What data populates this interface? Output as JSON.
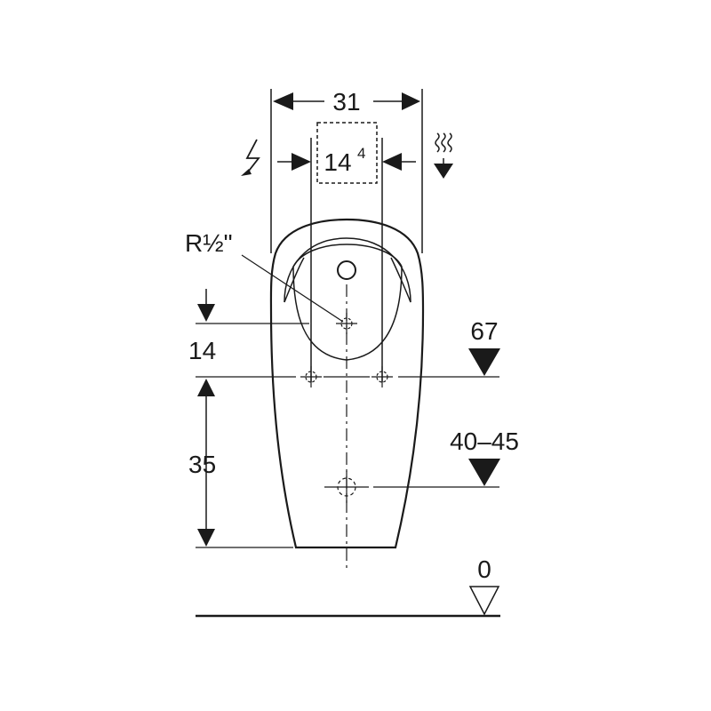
{
  "dimensions": {
    "overall_width": "31",
    "electronics_width": "14",
    "electronics_width_sup": "4",
    "inlet_thread": "R½\"",
    "inlet_offset": "14",
    "lower_height": "35",
    "mount_level": "67",
    "outlet_level": "40–45",
    "floor_level": "0"
  },
  "symbols": {
    "power": "lightning-icon",
    "water": "water-supply-icon"
  },
  "colors": {
    "ink": "#1a1a1a",
    "background": "#ffffff"
  }
}
